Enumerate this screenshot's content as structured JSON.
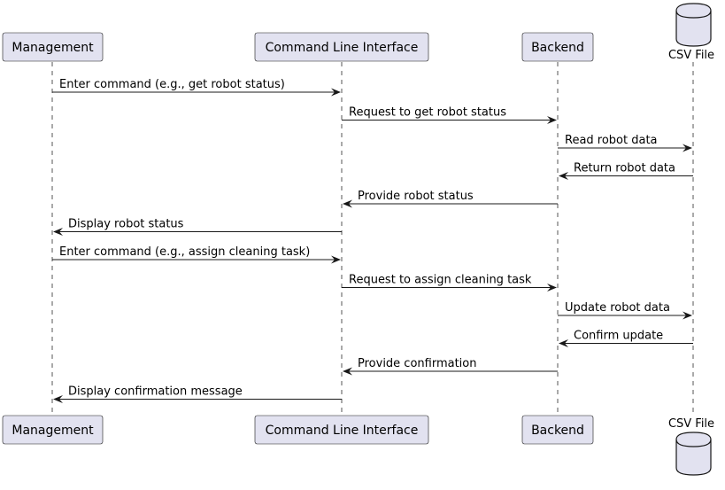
{
  "participants": [
    {
      "id": "management",
      "label": "Management",
      "kind": "participant"
    },
    {
      "id": "cli",
      "label": "Command Line Interface",
      "kind": "participant"
    },
    {
      "id": "backend",
      "label": "Backend",
      "kind": "participant"
    },
    {
      "id": "csv",
      "label": "CSV File",
      "kind": "database"
    }
  ],
  "messages": [
    {
      "from": "management",
      "to": "cli",
      "label": "Enter command (e.g., get robot status)"
    },
    {
      "from": "cli",
      "to": "backend",
      "label": "Request to get robot status"
    },
    {
      "from": "backend",
      "to": "csv",
      "label": "Read robot data"
    },
    {
      "from": "csv",
      "to": "backend",
      "label": "Return robot data"
    },
    {
      "from": "backend",
      "to": "cli",
      "label": "Provide robot status"
    },
    {
      "from": "cli",
      "to": "management",
      "label": "Display robot status"
    },
    {
      "from": "management",
      "to": "cli",
      "label": "Enter command (e.g., assign cleaning task)"
    },
    {
      "from": "cli",
      "to": "backend",
      "label": "Request to assign cleaning task"
    },
    {
      "from": "backend",
      "to": "csv",
      "label": "Update robot data"
    },
    {
      "from": "csv",
      "to": "backend",
      "label": "Confirm update"
    },
    {
      "from": "backend",
      "to": "cli",
      "label": "Provide confirmation"
    },
    {
      "from": "cli",
      "to": "management",
      "label": "Display confirmation message"
    }
  ],
  "colors": {
    "participant_fill": "#e2e2f0",
    "border": "#181818",
    "lifeline": "#555555"
  }
}
